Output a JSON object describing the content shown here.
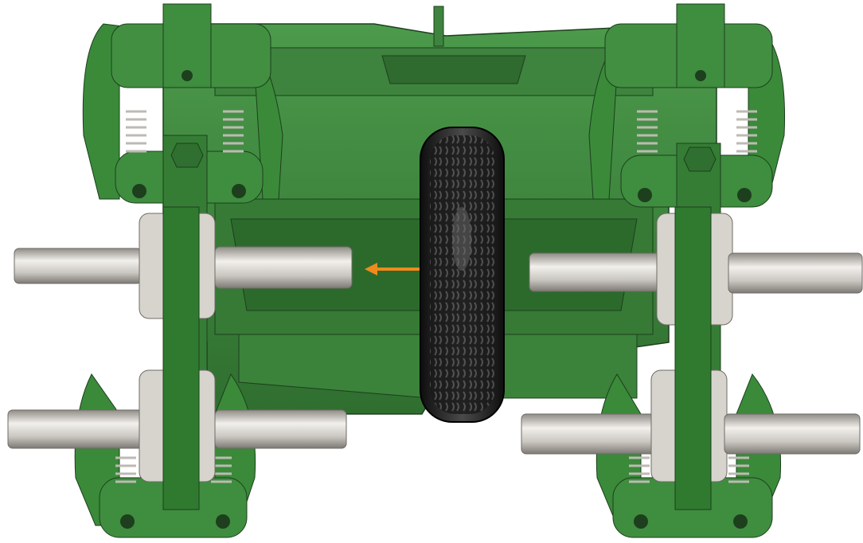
{
  "viewport": {
    "background": "#ffffff"
  },
  "colors": {
    "green": "#3d8a3d",
    "green_dark": "#2a5f2a",
    "green_light": "#5aa55a",
    "steel": "#c9c6c0",
    "steel_dark": "#8f8b85",
    "tire": "#1c1c1c",
    "arrow": "#f08a1c"
  },
  "model": {
    "name": "chassis-model",
    "parts": [
      "frame",
      "bogie-front-left",
      "bogie-front-right",
      "bogie-rear-left",
      "bogie-rear-right",
      "center-wheel",
      "axle-shafts",
      "springs"
    ]
  },
  "annotation": {
    "arrow_icon": "left-arrow-icon",
    "arrow_color": "#f08a1c"
  }
}
